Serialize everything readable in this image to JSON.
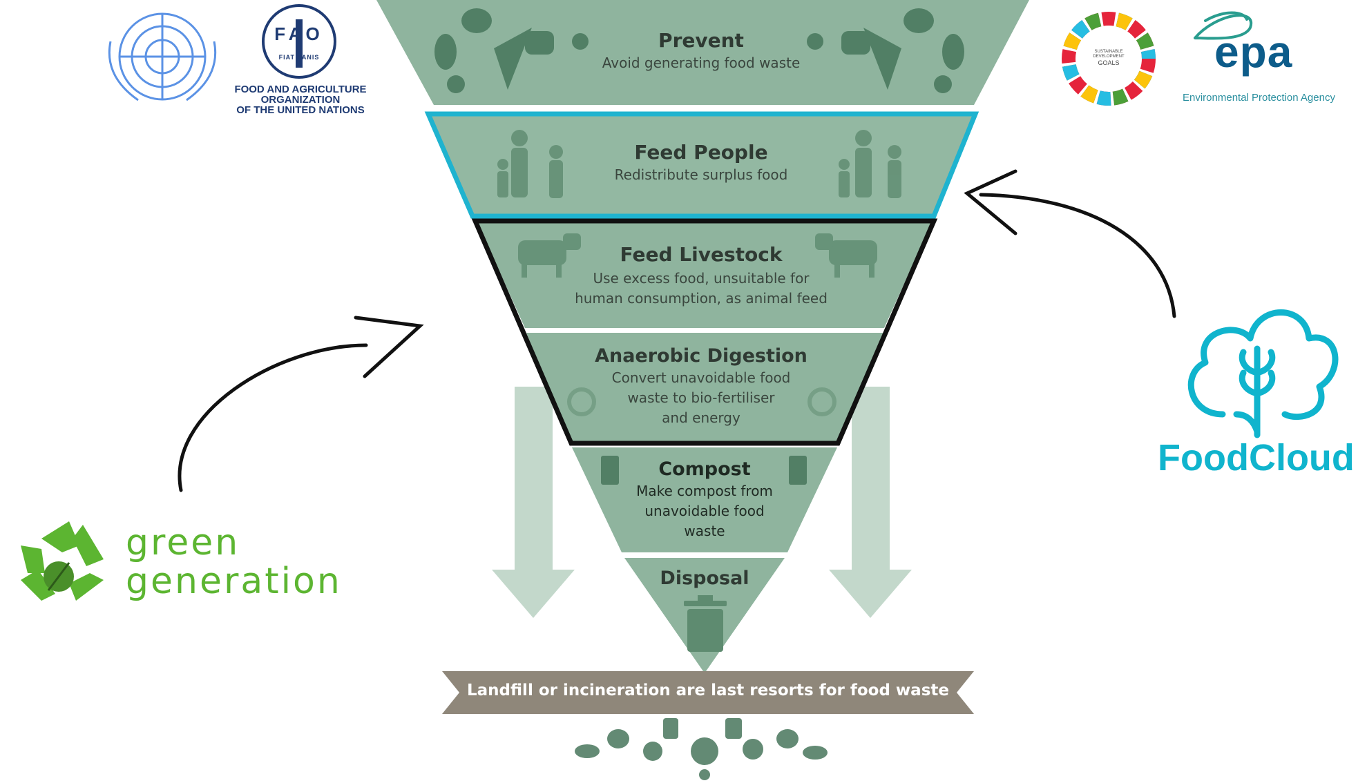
{
  "diagram": {
    "tiers": [
      {
        "title": "Prevent",
        "description": "Avoid generating food waste"
      },
      {
        "title": "Feed People",
        "description": "Redistribute surplus food"
      },
      {
        "title": "Feed Livestock",
        "description": "Use excess food, unsuitable for\nhuman consumption, as animal feed"
      },
      {
        "title": "Anaerobic Digestion",
        "description": "Convert unavoidable food\nwaste to bio-fertiliser\nand energy"
      },
      {
        "title": "Compost",
        "description": "Make compost from\nunavoidable food\nwaste"
      },
      {
        "title": "Disposal",
        "description": ""
      }
    ],
    "banner": "Landfill or incineration are last resorts for food waste"
  },
  "logos": {
    "fao": {
      "letters": "FAO",
      "motto": "FIAT PANIS",
      "line1": "FOOD AND AGRICULTURE",
      "line2": "ORGANIZATION",
      "line3": "OF THE UNITED NATIONS"
    },
    "sdg": {
      "line1": "SUSTAINABLE",
      "line2": "DEVELOPMENT",
      "line3": "GOALS"
    },
    "epa": {
      "name": "epa",
      "full": "Environmental Protection Agency"
    },
    "green_generation": {
      "line1": "green",
      "line2": "generation"
    },
    "foodcloud": {
      "name": "FoodCloud"
    }
  },
  "colors": {
    "tier_green": "#8fb49e",
    "tier_green_dark": "#6f9a80",
    "arrow_green": "#b9d1c2",
    "banner": "#8f877a",
    "highlight_cyan": "#1fb3cf",
    "highlight_black": "#111111",
    "green_generation": "#5cb531",
    "foodcloud": "#10b4cd",
    "un_blue": "#5b92e5",
    "fao_navy": "#1f3b73",
    "epa_blue": "#0d5c8a",
    "epa_green": "#2a9d8f"
  }
}
